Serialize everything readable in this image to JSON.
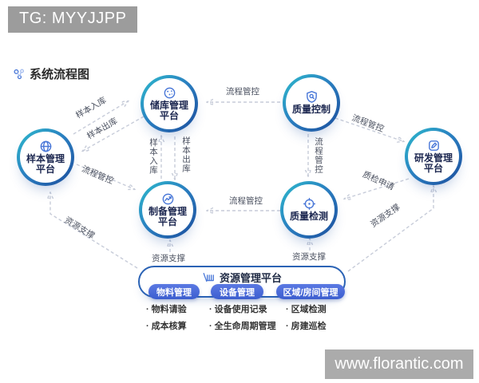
{
  "meta": {
    "tg_label": "TG: MYYJJPP",
    "watermark": "www.florantic.com"
  },
  "title": "系统流程图",
  "nodes": {
    "sample": {
      "line1": "样本管理",
      "line2": "平台",
      "icon": "globe-icon"
    },
    "storage": {
      "line1": "储库管理",
      "line2": "平台",
      "icon": "dish-icon"
    },
    "prep": {
      "line1": "制备管理",
      "line2": "平台",
      "icon": "chart-icon"
    },
    "qc": {
      "label": "质量控制",
      "icon": "shield-icon"
    },
    "qt": {
      "label": "质量检测",
      "icon": "target-icon"
    },
    "rd": {
      "line1": "研发管理",
      "line2": "平台",
      "icon": "pen-icon"
    }
  },
  "edges": {
    "sample_to_storage": "样本入库",
    "storage_to_sample": "样本出库",
    "sample_to_prep": "流程管控",
    "prep_to_storage": "样本入库",
    "storage_to_prep": "样本出库",
    "qc_to_storage": "流程管控",
    "qc_to_rd": "流程管控",
    "qc_to_qt": "流程管控",
    "rd_to_qt": "质检申请",
    "qt_to_prep": "流程管控",
    "res_to_prep": "资源支撑",
    "res_to_qt": "资源支撑",
    "res_to_sample": "资源支撑",
    "res_to_rd": "资源支撑"
  },
  "resource_platform": {
    "title": "资源管理平台",
    "icon": "wave-icon",
    "groups": [
      {
        "label": "物料管理",
        "items": [
          "物料请验",
          "成本核算"
        ]
      },
      {
        "label": "设备管理",
        "items": [
          "设备使用记录",
          "全生命周期管理"
        ]
      },
      {
        "label": "区域/房间管理",
        "items": [
          "区域检测",
          "房建巡检"
        ]
      }
    ]
  },
  "colors": {
    "ring_teal": "#2dbccd",
    "ring_blue": "#1c4d9c",
    "arrow_head": "#8f9fd8",
    "dash_line": "#c7ccd9",
    "pill_blue": "#4a68d8",
    "box_border": "#2b63b5",
    "overlay_gray": "#9c9c9c"
  }
}
